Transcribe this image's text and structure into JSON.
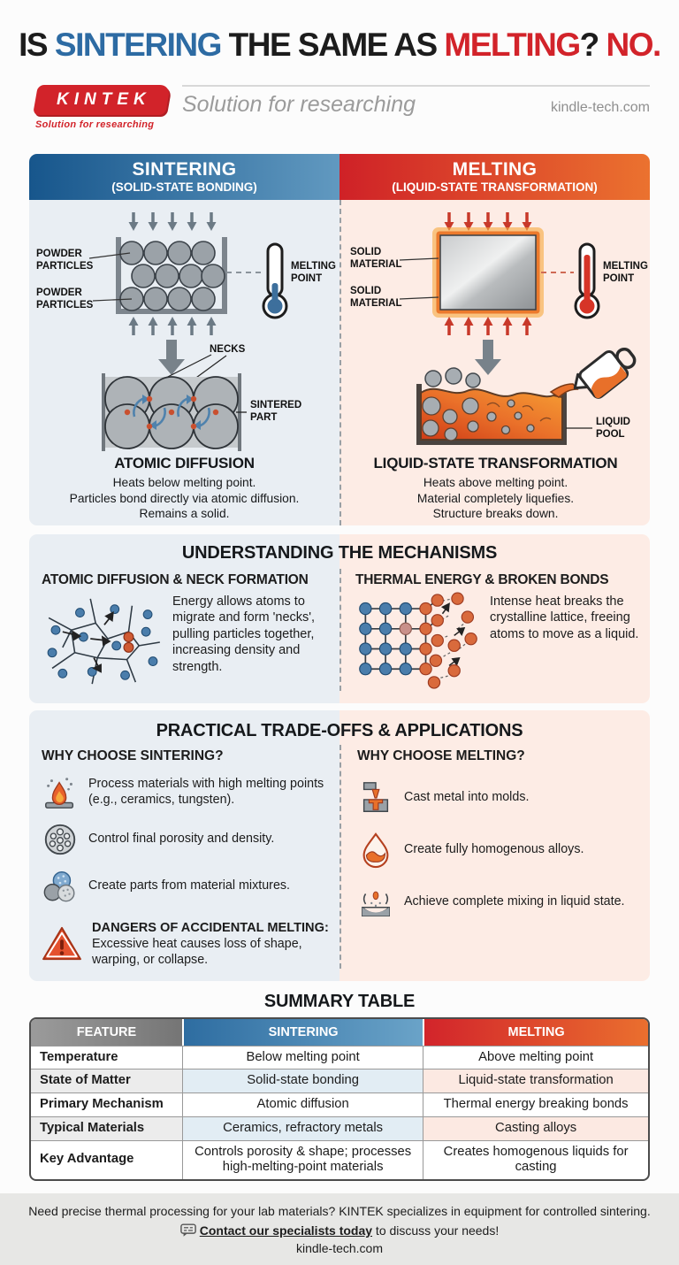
{
  "title": {
    "seg0": "IS ",
    "seg1": "SINTERING",
    "seg2": " THE SAME AS ",
    "seg3": "MELTING",
    "seg4": "?",
    "seg5": " NO."
  },
  "brand": {
    "logo_text": "KINTEK",
    "logo_tagline": "Solution for researching",
    "tagline": "Solution for researching",
    "website": "kindle-tech.com"
  },
  "comparison": {
    "sintering": {
      "title": "SINTERING",
      "subtitle": "(SOLID-STATE BONDING)",
      "powder_label": [
        "POWDER",
        "PARTICLES"
      ],
      "melting_point": [
        "MELTING",
        "POINT"
      ],
      "necks_label": "NECKS",
      "part_label": [
        "SINTERED",
        "PART"
      ],
      "heading": "ATOMIC DIFFUSION",
      "lines": [
        "Heats below melting point.",
        "Particles bond directly via atomic diffusion.",
        "Remains a solid."
      ]
    },
    "melting": {
      "title": "MELTING",
      "subtitle": "(LIQUID-STATE TRANSFORMATION)",
      "solid_label": [
        "SOLID",
        "MATERIAL"
      ],
      "melting_point": [
        "MELTING",
        "POINT"
      ],
      "pool_label": [
        "LIQUID",
        "POOL"
      ],
      "heading": "LIQUID-STATE TRANSFORMATION",
      "lines": [
        "Heats above melting point.",
        "Material completely liquefies.",
        "Structure breaks down."
      ]
    }
  },
  "mechanisms": {
    "title": "UNDERSTANDING THE MECHANISMS",
    "sintering": {
      "heading": "ATOMIC DIFFUSION & NECK FORMATION",
      "text": "Energy allows atoms to migrate and form 'necks', pulling particles together, increasing density and strength."
    },
    "melting": {
      "heading": "THERMAL ENERGY & BROKEN BONDS",
      "text": "Intense heat breaks the crystalline lattice, freeing atoms to move as a liquid."
    }
  },
  "tradeoffs": {
    "title": "PRACTICAL TRADE-OFFS & APPLICATIONS",
    "sintering": {
      "heading": "WHY CHOOSE SINTERING?",
      "items": [
        "Process materials with high melting points (e.g., ceramics, tungsten).",
        "Control final porosity and density.",
        "Create parts from material mixtures."
      ],
      "warning_title": "DANGERS OF ACCIDENTAL MELTING:",
      "warning_text": "Excessive heat causes loss of shape, warping, or collapse."
    },
    "melting": {
      "heading": "WHY CHOOSE MELTING?",
      "items": [
        "Cast metal into molds.",
        "Create fully homogenous alloys.",
        "Achieve complete mixing in liquid state."
      ]
    }
  },
  "summary": {
    "title": "SUMMARY TABLE",
    "headers": [
      "FEATURE",
      "SINTERING",
      "MELTING"
    ],
    "rows": [
      [
        "Temperature",
        "Below melting point",
        "Above melting point"
      ],
      [
        "State of Matter",
        "Solid-state bonding",
        "Liquid-state transformation"
      ],
      [
        "Primary Mechanism",
        "Atomic diffusion",
        "Thermal energy breaking bonds"
      ],
      [
        "Typical Materials",
        "Ceramics, refractory metals",
        "Casting alloys"
      ],
      [
        "Key Advantage",
        "Controls porosity & shape; processes high-melting-point materials",
        "Creates homogenous liquids for casting"
      ]
    ]
  },
  "footer": {
    "line1": "Need precise thermal processing for your lab materials? KINTEK specializes in equipment for controlled sintering.",
    "cta": "Contact our specialists today",
    "cta_suffix": " to discuss your needs!",
    "website": "kindle-tech.com"
  },
  "colors": {
    "sintering_blue": "#2e6da1",
    "melting_red": "#d2232a",
    "melting_orange": "#ea6f2e",
    "panel_blue_bg": "#e9eef3",
    "panel_peach_bg": "#fdece5",
    "brand_red": "#d2232a",
    "footer_bg": "#e7e7e5"
  }
}
